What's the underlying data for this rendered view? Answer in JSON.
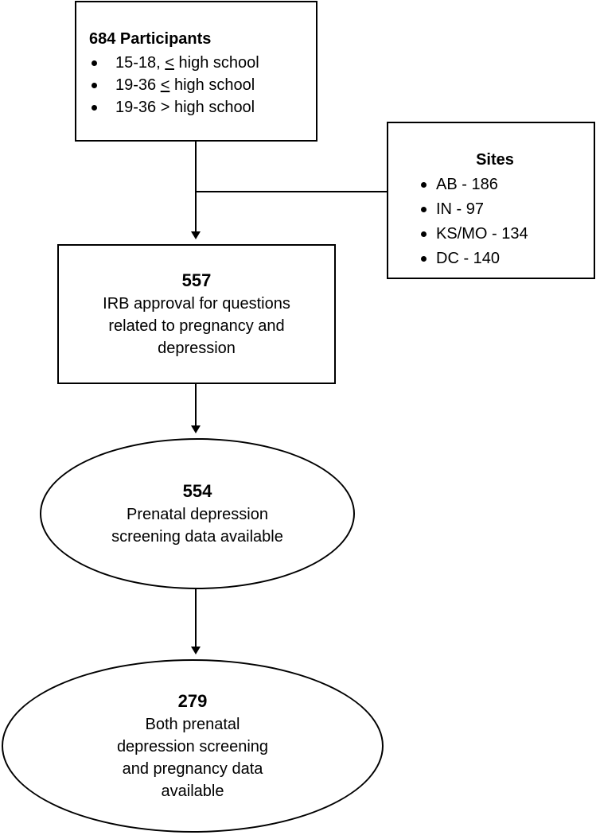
{
  "participants": {
    "title": "684 Participants",
    "items": [
      {
        "prefix": "15-18, ",
        "sym": "<",
        "suffix": " high school"
      },
      {
        "prefix": "19-36 ",
        "sym": "<",
        "suffix": " high school"
      },
      {
        "prefix": "19-36 > high school",
        "sym": "",
        "suffix": ""
      }
    ]
  },
  "sites": {
    "title": "Sites",
    "items": [
      "AB - 186",
      "IN - 97",
      "KS/MO - 134",
      "DC - 140"
    ]
  },
  "irb": {
    "number": "557",
    "text": "IRB approval for questions related to pregnancy and depression"
  },
  "prenatal": {
    "number": "554",
    "text": "Prenatal depression screening data available"
  },
  "both": {
    "number": "279",
    "text": "Both prenatal depression screening and pregnancy data available"
  },
  "colors": {
    "stroke": "#000000",
    "background": "#ffffff"
  }
}
